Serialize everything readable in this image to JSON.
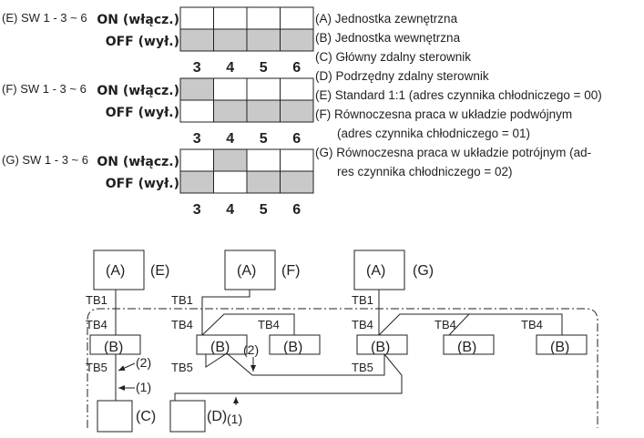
{
  "switch_blocks": [
    {
      "label": "(E) SW 1 - 3 ~ 6",
      "on_label": "ON (włącz.)",
      "off_label": "OFF (wył.)",
      "on_row": [
        false,
        false,
        false,
        false
      ],
      "off_row": [
        true,
        true,
        true,
        true
      ],
      "numbers": [
        "3",
        "4",
        "5",
        "6"
      ]
    },
    {
      "label": "(F) SW 1 - 3 ~ 6",
      "on_label": "ON (włącz.)",
      "off_label": "OFF (wył.)",
      "on_row": [
        true,
        false,
        false,
        false
      ],
      "off_row": [
        false,
        true,
        true,
        true
      ],
      "numbers": [
        "3",
        "4",
        "5",
        "6"
      ]
    },
    {
      "label": "(G) SW 1 - 3 ~ 6",
      "on_label": "ON (włącz.)",
      "off_label": "OFF (wył.)",
      "on_row": [
        false,
        true,
        false,
        false
      ],
      "off_row": [
        true,
        false,
        true,
        true
      ],
      "numbers": [
        "3",
        "4",
        "5",
        "6"
      ]
    }
  ],
  "legend": [
    "(A) Jednostka zewnętrzna",
    "(B) Jednostka wewnętrzna",
    "(C) Główny zdalny sterownik",
    "(D) Podrzędny zdalny sterownik",
    "(E) Standard 1:1 (adres czynnika chłodniczego = 00)",
    "(F) Równoczesna praca w układzie podwójnym",
    "(adres czynnika chłodniczego = 01)",
    "(G) Równoczesna praca w układzie potrójnym (ad-",
    "res czynnika chłodniczego = 02)"
  ],
  "wiring": {
    "outdoor_label": "(A)",
    "indoor_label": "(B)",
    "remote_main_label": "(C)",
    "remote_sub_label": "(D)",
    "group_labels": [
      "(E)",
      "(F)",
      "(G)"
    ],
    "tb1": "TB1",
    "tb4": "TB4",
    "tb5": "TB5",
    "wire_1": "(1)",
    "wire_2": "(2)"
  }
}
